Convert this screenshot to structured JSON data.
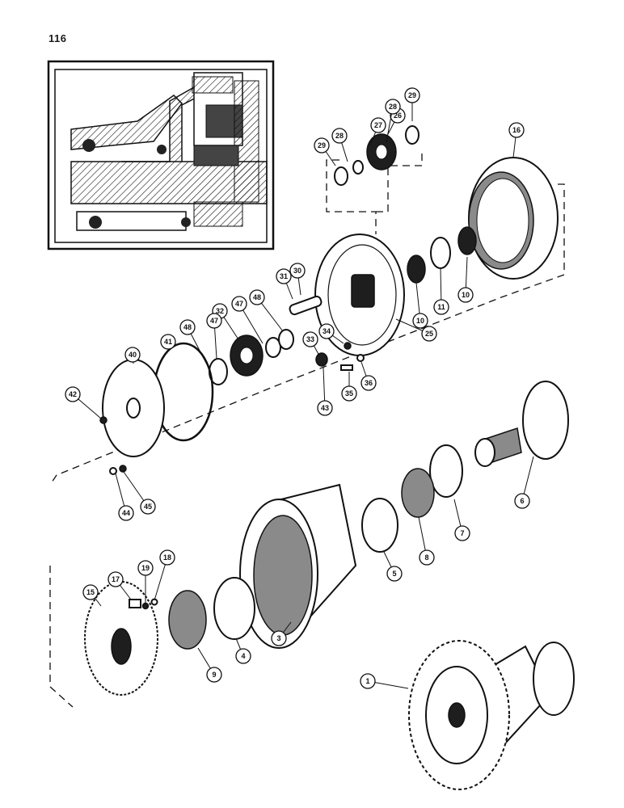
{
  "page_number": "116",
  "callouts": [
    {
      "label": "1"
    },
    {
      "label": "3"
    },
    {
      "label": "4"
    },
    {
      "label": "5"
    },
    {
      "label": "6"
    },
    {
      "label": "7"
    },
    {
      "label": "8"
    },
    {
      "label": "9"
    },
    {
      "label": "10"
    },
    {
      "label": "10"
    },
    {
      "label": "11"
    },
    {
      "label": "15"
    },
    {
      "label": "16"
    },
    {
      "label": "17"
    },
    {
      "label": "18"
    },
    {
      "label": "19"
    },
    {
      "label": "25"
    },
    {
      "label": "26"
    },
    {
      "label": "27"
    },
    {
      "label": "28"
    },
    {
      "label": "28"
    },
    {
      "label": "29"
    },
    {
      "label": "29"
    },
    {
      "label": "30"
    },
    {
      "label": "31"
    },
    {
      "label": "32"
    },
    {
      "label": "33"
    },
    {
      "label": "34"
    },
    {
      "label": "35"
    },
    {
      "label": "36"
    },
    {
      "label": "40"
    },
    {
      "label": "41"
    },
    {
      "label": "42"
    },
    {
      "label": "43"
    },
    {
      "label": "44"
    },
    {
      "label": "45"
    },
    {
      "label": "47"
    },
    {
      "label": "47"
    },
    {
      "label": "48"
    },
    {
      "label": "48"
    }
  ]
}
